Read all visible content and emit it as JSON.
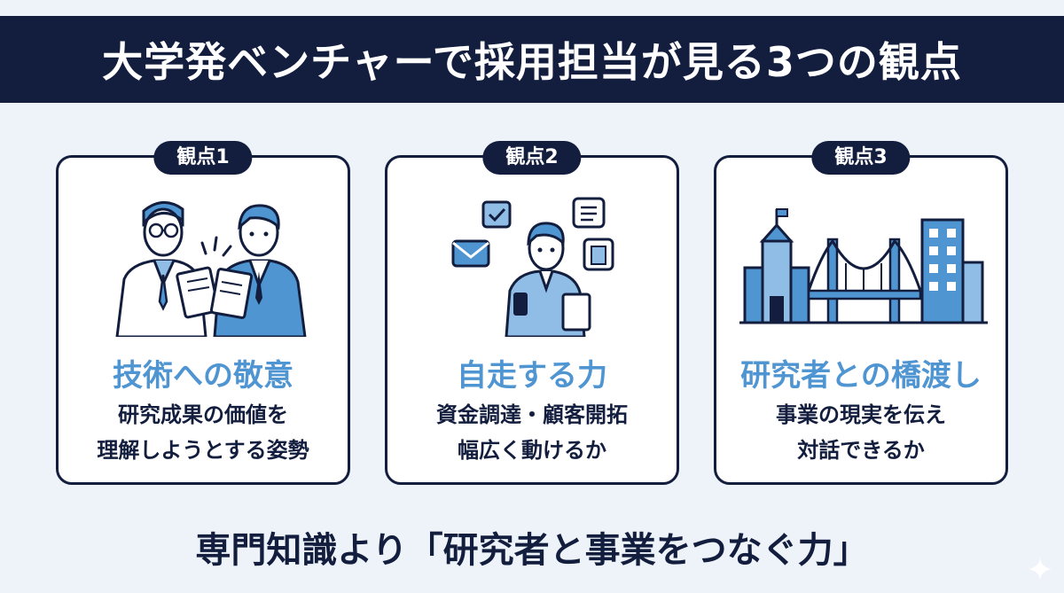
{
  "header": {
    "title": "大学発ベンチャーで採用担当が見る3つの観点"
  },
  "cards": [
    {
      "badge": "観点1",
      "title": "技術への敬意",
      "desc": [
        "研究成果の価値を",
        "理解しようとする姿勢"
      ],
      "icon": "researchers-discussing-icon"
    },
    {
      "badge": "観点2",
      "title": "自走する力",
      "desc": [
        "資金調達・顧客開拓",
        "幅広く動けるか"
      ],
      "icon": "multitasking-person-icon"
    },
    {
      "badge": "観点3",
      "title": "研究者との橋渡し",
      "desc": [
        "事業の現実を伝え",
        "対話できるか"
      ],
      "icon": "bridge-between-buildings-icon"
    }
  ],
  "footer": {
    "text": "専門知識より「研究者と事業をつなぐ力」"
  },
  "colors": {
    "navy": "#131e3e",
    "accent_blue": "#4f95d2",
    "light_blue": "#8fbde6",
    "background": "#eef3f9"
  }
}
